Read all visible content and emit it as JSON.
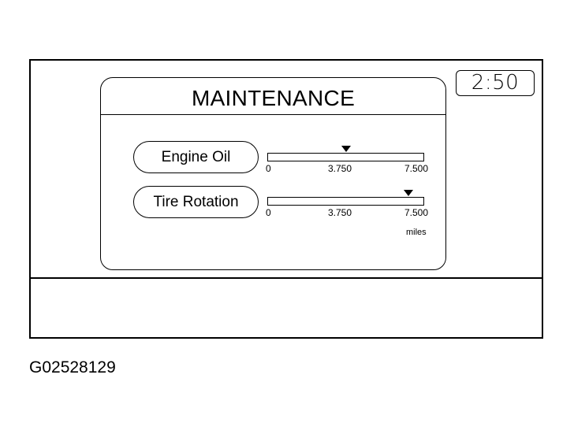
{
  "clock": "2:50",
  "panel": {
    "title": "MAINTENANCE",
    "unit": "miles",
    "scale": {
      "min": 0,
      "max": 7500
    },
    "ticks": [
      "0",
      "3.750",
      "7.500"
    ],
    "items": [
      {
        "label": "Engine Oil",
        "current_miles": 3750
      },
      {
        "label": "Tire Rotation",
        "current_miles": 6750
      }
    ]
  },
  "figure_id": "G02528129"
}
